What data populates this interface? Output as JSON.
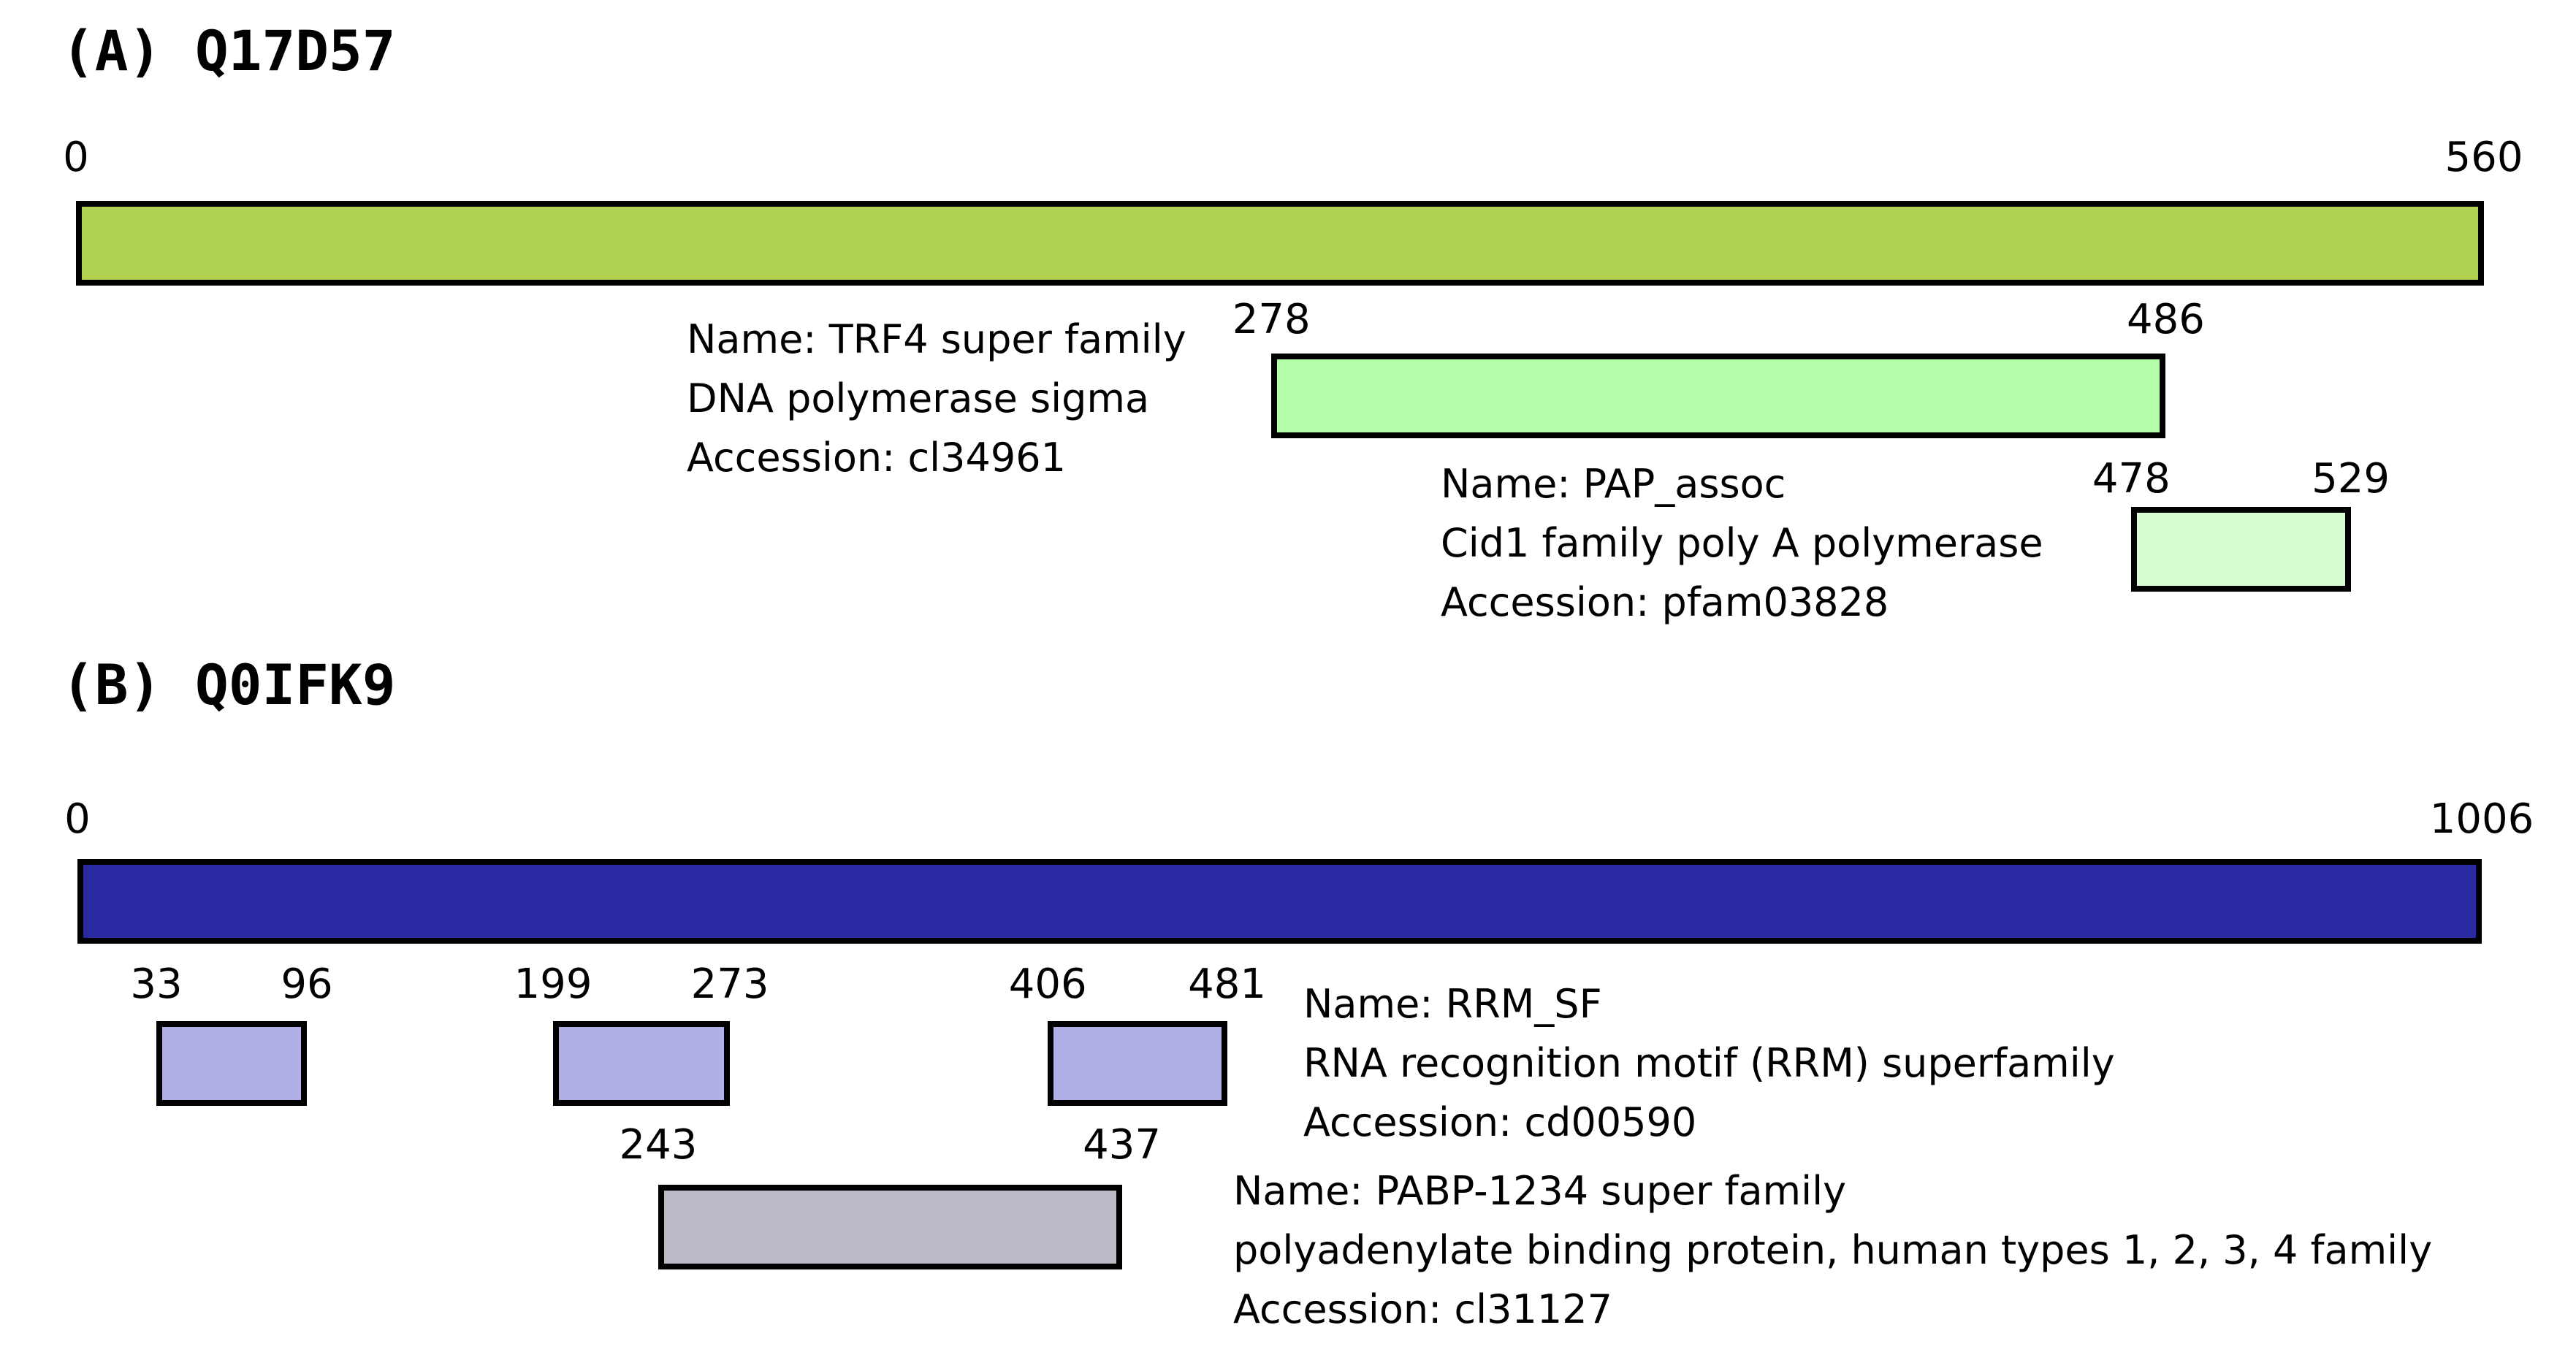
{
  "figure": {
    "background_color": "#ffffff",
    "border_color": "#000000"
  },
  "panels": [
    {
      "id": "A",
      "title": "(A) Q17D57",
      "protein": {
        "start": 0,
        "end": 560,
        "start_label": "0",
        "end_label": "560",
        "color": "#b0d152"
      },
      "domains": [
        {
          "start": 278,
          "end": 486,
          "start_label": "278",
          "end_label": "486",
          "color": "#b3fda9"
        },
        {
          "start": 478,
          "end": 529,
          "start_label": "478",
          "end_label": "529",
          "color": "#d9fdd3"
        }
      ],
      "annotations": [
        {
          "name": "Name: TRF4 super family",
          "description": "DNA polymerase sigma",
          "accession": "Accession: cl34961"
        },
        {
          "name": "Name: PAP_assoc",
          "description": "Cid1 family poly A polymerase",
          "accession": "Accession: pfam03828"
        }
      ]
    },
    {
      "id": "B",
      "title": "(B) Q0IFK9",
      "protein": {
        "start": 0,
        "end": 1006,
        "start_label": "0",
        "end_label": "1006",
        "color": "#2a29a2"
      },
      "domains": [
        {
          "start": 33,
          "end": 96,
          "start_label": "33",
          "end_label": "96",
          "color": "#b1afe8"
        },
        {
          "start": 199,
          "end": 273,
          "start_label": "199",
          "end_label": "273",
          "color": "#b1afe8"
        },
        {
          "start": 406,
          "end": 481,
          "start_label": "406",
          "end_label": "481",
          "color": "#b1afe8"
        },
        {
          "start": 243,
          "end": 437,
          "start_label": "243",
          "end_label": "437",
          "color": "#bab9c6"
        }
      ],
      "annotations": [
        {
          "name": "Name: RRM_SF",
          "description": "RNA recognition motif (RRM) superfamily",
          "accession": "Accession: cd00590"
        },
        {
          "name": "Name: PABP-1234 super family",
          "description": "polyadenylate binding protein, human types 1, 2, 3, 4 family",
          "accession": "Accession: cl31127"
        }
      ]
    }
  ]
}
